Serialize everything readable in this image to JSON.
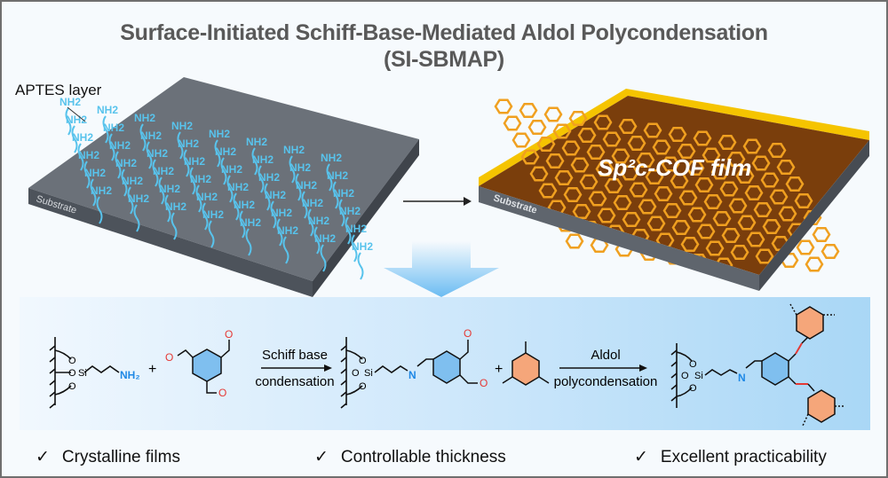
{
  "title": {
    "line1": "Surface-Initiated Schiff-Base-Mediated Aldol Polycondensation",
    "line2": "(SI-SBMAP)"
  },
  "left_substrate": {
    "layer_label": "APTES layer",
    "substrate_label": "Substrate",
    "group_label": "NH2"
  },
  "right_substrate": {
    "film_label": "Sp²c-COF film",
    "substrate_label": "Substrate"
  },
  "reaction": {
    "step1_top": "Schiff base",
    "step1_bottom": "condensation",
    "step2_top": "Aldol",
    "step2_bottom": "polycondensation",
    "plus": "+",
    "amine_label": "NH₂",
    "imine_label": "N",
    "oxygen_label": "O",
    "silicon_label": "Si"
  },
  "features": [
    {
      "check": "✓",
      "label": "Crystalline films"
    },
    {
      "check": "✓",
      "label": "Controllable thickness"
    },
    {
      "check": "✓",
      "label": "Excellent practicability"
    }
  ],
  "colors": {
    "title": "#595959",
    "substrate": "#5f656d",
    "aptes": "#58c3ec",
    "film": "#7a3e0c",
    "film_edge": "#f5c400",
    "hex_blue": "#7fbfef",
    "hex_orange": "#f5a67a",
    "oxygen": "#e53935",
    "nitrogen": "#1e88e5"
  }
}
